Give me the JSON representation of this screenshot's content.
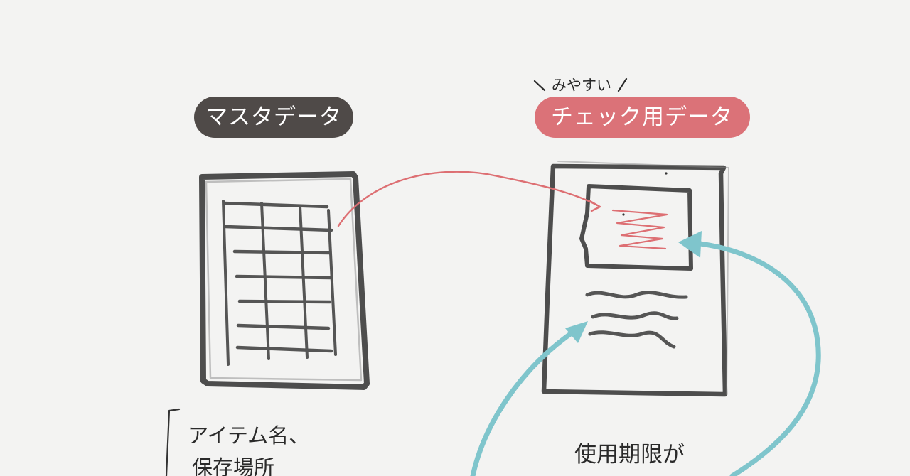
{
  "labels": {
    "master": "マスタデータ",
    "check": "チェック用データ",
    "easy": "みやすい"
  },
  "notes": {
    "line1": "アイテム名、",
    "line2": "保存場所",
    "bottom": "使用期限が"
  },
  "colors": {
    "background": "#f3f3f2",
    "master_pill": "#4f4a48",
    "check_pill": "#db7278",
    "pencil": "#4d4d4d",
    "red_arrow": "#dd6f73",
    "teal_arrow": "#7fc5cc"
  }
}
